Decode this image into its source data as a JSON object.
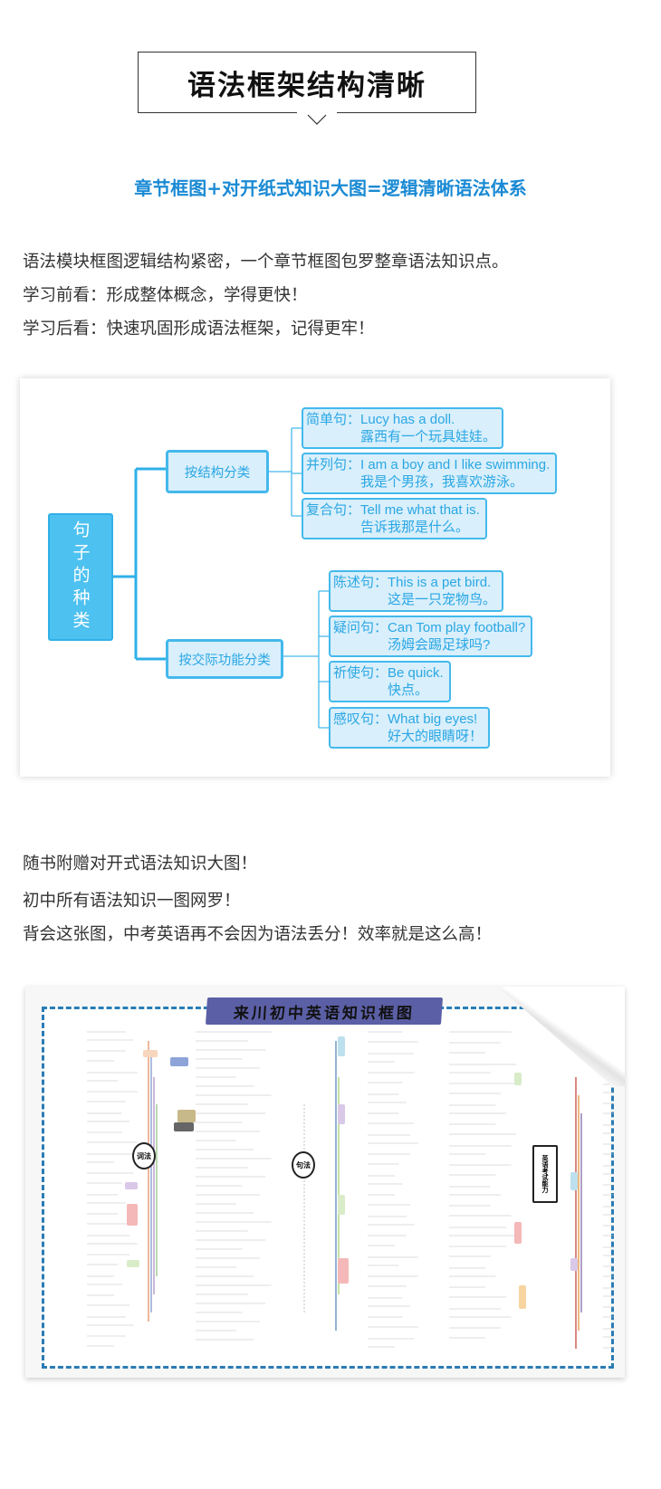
{
  "header": {
    "title": "语法框架结构清晰",
    "subtitle": "章节框图+对开纸式知识大图=逻辑清晰语法体系"
  },
  "intro": [
    "语法模块框图逻辑结构紧密，一个章节框图包罗整章语法知识点。",
    "学习前看：形成整体概念，学得更快！",
    "学习后看：快速巩固形成语法框架，记得更牢！"
  ],
  "mindmap": {
    "root": "句子的种类",
    "branches": [
      {
        "label": "按结构分类",
        "leaves": [
          {
            "type": "简单句：",
            "en": "Lucy has a doll.",
            "zh": "露西有一个玩具娃娃。"
          },
          {
            "type": "并列句：",
            "en": "I am a boy and I like swimming.",
            "zh": "我是个男孩，我喜欢游泳。"
          },
          {
            "type": "复合句：",
            "en": "Tell me what that is.",
            "zh": "告诉我那是什么。"
          }
        ]
      },
      {
        "label": "按交际功能分类",
        "leaves": [
          {
            "type": "陈述句：",
            "en": "This is a pet bird.",
            "zh": "这是一只宠物鸟。"
          },
          {
            "type": "疑问句：",
            "en": "Can Tom play football?",
            "zh": "汤姆会踢足球吗?"
          },
          {
            "type": "祈使句：",
            "en": "Be quick.",
            "zh": "快点。"
          },
          {
            "type": "感叹句：",
            "en": "What big eyes!",
            "zh": "好大的眼睛呀！"
          }
        ]
      }
    ]
  },
  "outro": [
    "随书附赠对开式语法知识大图！",
    "初中所有语法知识一图网罗！",
    "背会这张图，中考英语再不会因为语法丢分！效率就是这么高！"
  ],
  "poster": {
    "title": "来川初中英语知识框图",
    "hubs": [
      "词法",
      "句法",
      "英语考试能力"
    ]
  }
}
